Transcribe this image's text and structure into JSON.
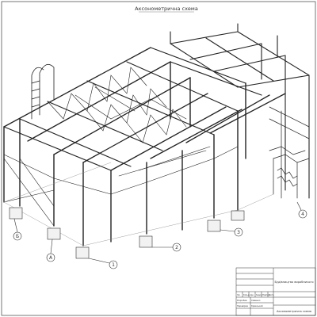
{
  "sheet": {
    "title": "Аксонометрична схема"
  },
  "axes": {
    "letters": [
      "Б",
      "А"
    ],
    "numbers": [
      "1",
      "2",
      "3",
      "4"
    ]
  },
  "title_block": {
    "project": "Будівництво виробничого",
    "subtitle": "Аксонометрична схема",
    "header_cells": [
      "Зм.",
      "Кільк.",
      "Арк.",
      "№док.",
      "Підпис",
      "Дата"
    ],
    "roles": [
      "Розробив",
      "Перевірив"
    ],
    "names": [
      "Сивенко",
      "Кривський"
    ]
  }
}
